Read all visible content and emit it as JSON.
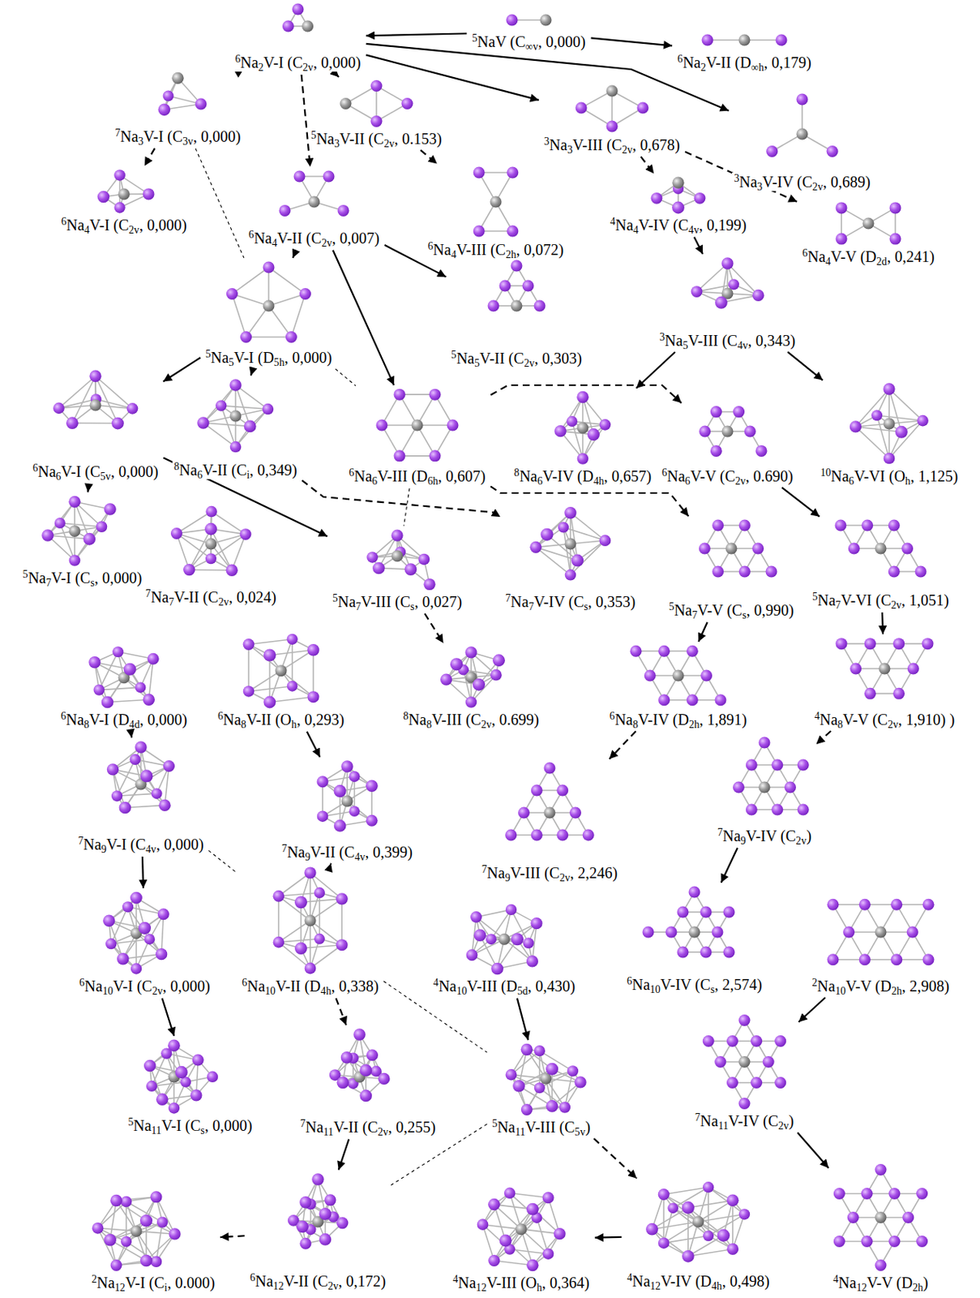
{
  "diagram": {
    "nodes": [
      {
        "text": [
          "6Na2V-I (C2v, 0,000)"
        ]
      },
      {
        "text": [
          "5NaV (C∞v, 0,000)"
        ]
      },
      {
        "text": [
          "6Na2V-II (D∞h, 0,179)"
        ]
      },
      {
        "text": [
          "7Na3V-I (C3v, 0,000)"
        ]
      },
      {
        "text": [
          "5Na3V-II (C2v, 0.153)"
        ]
      },
      {
        "text": [
          "3Na3V-III (C2v, 0,678)"
        ]
      },
      {
        "text": [
          "3Na3V-IV (C2v, 0,689)"
        ]
      },
      {
        "text": [
          "6Na4V-I (C2v, 0,000)"
        ]
      },
      {
        "text": [
          "6Na4V-II (C2v, 0,007)"
        ]
      },
      {
        "text": [
          "6Na4V-III (C2h, 0,072)"
        ]
      },
      {
        "text": [
          "4Na4V-IV (C4v, 0,199)"
        ]
      },
      {
        "text": [
          "6Na4V-V (D2d, 0,241)"
        ]
      },
      {
        "text": [
          "5Na5V-I (D5h, 0,000)"
        ]
      },
      {
        "text": [
          "5Na5V-II (C2v, 0,303)"
        ]
      },
      {
        "text": [
          "3Na5V-III (C4v, 0,343)"
        ]
      },
      {
        "text": [
          "6Na6V-I (C5v, 0,000)"
        ]
      },
      {
        "text": [
          "8Na6V-II (Ci, 0,349)"
        ]
      },
      {
        "text": [
          "6Na6V-III (D6h, 0,607)"
        ]
      },
      {
        "text": [
          "8Na6V-IV (D4h, 0,657)"
        ]
      },
      {
        "text": [
          "6Na6V-V (C2v, 0.690)"
        ]
      },
      {
        "text": [
          "10Na6V-VI (Oh, 1,125)"
        ]
      },
      {
        "text": [
          "5Na7V-I (Cs, 0,000)"
        ]
      },
      {
        "text": [
          "7Na7V-II (C2v, 0,024)"
        ]
      },
      {
        "text": [
          "5Na7V-III (Cs, 0,027)"
        ]
      },
      {
        "text": [
          "7Na7V-IV (Cs, 0,353)"
        ]
      },
      {
        "text": [
          "5Na7V-V (Cs, 0,990)"
        ]
      },
      {
        "text": [
          "5Na7V-VI (C2v, 1,051)"
        ]
      },
      {
        "text": [
          "6Na8V-I (D4d, 0,000)"
        ]
      },
      {
        "text": [
          "6Na8V-II (Oh, 0,293)"
        ]
      },
      {
        "text": [
          "8Na8V-III (C2v, 0.699)"
        ]
      },
      {
        "text": [
          "6Na8V-IV (D2h, 1,891)"
        ]
      },
      {
        "text": [
          "4Na8V-V (C2v, 1,910) )"
        ]
      },
      {
        "text": [
          "7Na9V-I (C4v, 0,000)"
        ]
      },
      {
        "text": [
          "7Na9V-II (C4v, 0,399)"
        ]
      },
      {
        "text": [
          "7Na9V-III (C2v, 2,246)"
        ]
      },
      {
        "text": [
          "7Na9V-IV (C2v)"
        ]
      },
      {
        "text": [
          "6Na10V-I (C2v, 0,000)"
        ]
      },
      {
        "text": [
          "6Na10V-II (D4h, 0,338)"
        ]
      },
      {
        "text": [
          "4Na10V-III (D5d, 0,430)"
        ]
      },
      {
        "text": [
          "6Na10V-IV (Cs, 2,574)"
        ]
      },
      {
        "text": [
          "2Na10V-V (D2h, 2,908)"
        ]
      },
      {
        "text": [
          "5Na11V-I (Cs, 0,000)"
        ]
      },
      {
        "text": [
          "7Na11V-II (C2v, 0,255)"
        ]
      },
      {
        "text": [
          "5Na11V-III (C5v)"
        ]
      },
      {
        "text": [
          "7Na11V-IV (C2v)"
        ]
      },
      {
        "text": [
          "2Na12V-I (Ci, 0.000)"
        ]
      },
      {
        "text": [
          "6Na12V-II (C2v, 0,172)"
        ]
      },
      {
        "text": [
          "4Na12V-III (Oh, 0,364)"
        ]
      },
      {
        "text": [
          "4Na12V-IV (D4h, 0,498)"
        ]
      },
      {
        "text": [
          "4Na12V-V (D2h)"
        ]
      }
    ],
    "edges": [
      {
        "from": 1,
        "to": 0,
        "arrow": "to"
      },
      {
        "from": 1,
        "to": 2,
        "arrow": "to"
      },
      {
        "from": 0,
        "to": 3,
        "arrow": "to"
      },
      {
        "from": 0,
        "to": 8,
        "arrow": "to"
      },
      {
        "from": 0,
        "to": 4,
        "arrow": "to"
      },
      {
        "from": 0,
        "to": 5,
        "arrow": "to"
      },
      {
        "from": 0,
        "to": 6,
        "arrow": "to"
      },
      {
        "from": 3,
        "to": 7,
        "arrow": "to"
      },
      {
        "from": 4,
        "to": 9,
        "arrow": "to"
      },
      {
        "from": 5,
        "to": 10,
        "arrow": "to"
      },
      {
        "from": 5,
        "to": 11,
        "arrow": "to"
      },
      {
        "from": 3,
        "to": 12,
        "arrow": "none"
      },
      {
        "from": 10,
        "to": 14,
        "arrow": "to"
      },
      {
        "from": 8,
        "to": 12,
        "arrow": "to"
      },
      {
        "from": 8,
        "to": 13,
        "arrow": "to"
      },
      {
        "from": 8,
        "to": 17,
        "arrow": "to"
      },
      {
        "from": 12,
        "to": 15,
        "arrow": "to"
      },
      {
        "from": 12,
        "to": 16,
        "arrow": "to"
      },
      {
        "from": 12,
        "to": 17,
        "arrow": "none"
      },
      {
        "from": 17,
        "to": 19,
        "arrow": "to"
      },
      {
        "from": 14,
        "to": 18,
        "arrow": "to"
      },
      {
        "from": 14,
        "to": 20,
        "arrow": "to"
      },
      {
        "from": 19,
        "to": 26,
        "arrow": "to"
      },
      {
        "from": 15,
        "to": 21,
        "arrow": "to"
      },
      {
        "from": 15,
        "to": 23,
        "arrow": "to"
      },
      {
        "from": 16,
        "to": 24,
        "arrow": "to"
      },
      {
        "from": 17,
        "to": 25,
        "arrow": "to"
      },
      {
        "from": 17,
        "to": 23,
        "arrow": "none"
      },
      {
        "from": 23,
        "to": 29,
        "arrow": "to"
      },
      {
        "from": 25,
        "to": 30,
        "arrow": "to"
      },
      {
        "from": 26,
        "to": 31,
        "arrow": "to"
      },
      {
        "from": 27,
        "to": 32,
        "arrow": "to"
      },
      {
        "from": 28,
        "to": 33,
        "arrow": "to"
      },
      {
        "from": 30,
        "to": 34,
        "arrow": "to"
      },
      {
        "from": 31,
        "to": 35,
        "arrow": "to"
      },
      {
        "from": 32,
        "to": 36,
        "arrow": "to"
      },
      {
        "from": 32,
        "to": 37,
        "arrow": "none"
      },
      {
        "from": 33,
        "to": 37,
        "arrow": "to"
      },
      {
        "from": 35,
        "to": 39,
        "arrow": "to"
      },
      {
        "from": 36,
        "to": 41,
        "arrow": "to"
      },
      {
        "from": 37,
        "to": 42,
        "arrow": "to"
      },
      {
        "from": 37,
        "to": 43,
        "arrow": "none"
      },
      {
        "from": 38,
        "to": 43,
        "arrow": "to"
      },
      {
        "from": 40,
        "to": 44,
        "arrow": "to"
      },
      {
        "from": 42,
        "to": 46,
        "arrow": "to"
      },
      {
        "from": 46,
        "to": 45,
        "arrow": "to"
      },
      {
        "from": 43,
        "to": 48,
        "arrow": "to"
      },
      {
        "from": 48,
        "to": 47,
        "arrow": "to"
      },
      {
        "from": 44,
        "to": 49,
        "arrow": "to"
      },
      {
        "from": 43,
        "to": 46,
        "arrow": "none"
      }
    ]
  }
}
